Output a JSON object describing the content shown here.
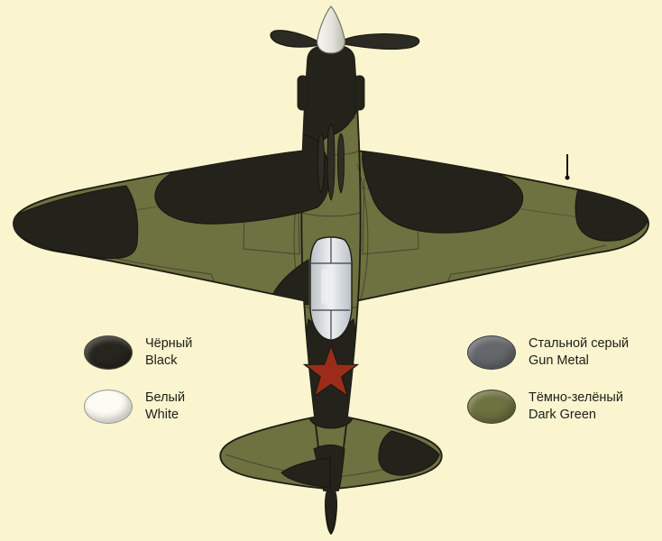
{
  "page": {
    "background_color": "#fbf5cf"
  },
  "illustration": {
    "subject": "Top view of a Soviet WWII fighter aircraft painted in black and dark green camouflage with white spinner, gun-metal canopy framing and red star on the rear fuselage",
    "colors": {
      "dark_green": "#6e7140",
      "black": "#24231b",
      "gun_metal": "#63666a",
      "white": "#f6f5ee",
      "canopy_glass": "#ccd3d8",
      "star_red": "#9c2c1a",
      "outline": "#1c1c14"
    }
  },
  "legend": {
    "items": [
      {
        "id": "black",
        "label_ru": "Чёрный",
        "label_en": "Black",
        "color": "#26251e",
        "border": "#4e4d45"
      },
      {
        "id": "white",
        "label_ru": "Белый",
        "label_en": "White",
        "color": "#fcfcf4",
        "border": "#97958a"
      },
      {
        "id": "gun-metal",
        "label_ru": "Стальной серый",
        "label_en": "Gun Metal",
        "color": "#63666a",
        "border": "#3b3d41"
      },
      {
        "id": "dark-green",
        "label_ru": "Тёмно-зелёный",
        "label_en": "Dark Green",
        "color": "#6e7140",
        "border": "#3f411f"
      }
    ]
  }
}
